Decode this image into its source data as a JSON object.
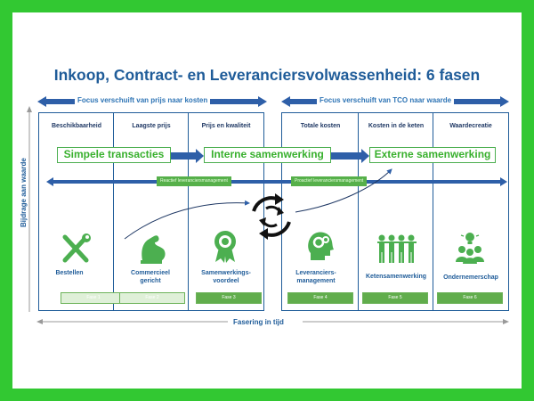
{
  "title": "Inkoop, Contract- en Leveranciersvolwassenheid: 6 fasen",
  "focus_left": "Focus verschuift van prijs naar kosten",
  "focus_right": "Focus verschuift van TCO naar waarde",
  "columns": [
    {
      "header": "Beschikbaarheid",
      "stage": "Bestellen",
      "fase": "Fase 1",
      "icon": "tools-icon"
    },
    {
      "header": "Laagste prijs",
      "stage": "Commercieel gericht",
      "fase": "Fase 2",
      "icon": "muscle-arm-icon"
    },
    {
      "header": "Prijs en kwaliteit",
      "stage": "Samenwerkings-voordeel",
      "fase": "Fase 3",
      "icon": "award-ribbon-icon"
    },
    {
      "header": "Totale kosten",
      "stage": "Leveranciers-management",
      "fase": "Fase 4",
      "icon": "head-gears-icon"
    },
    {
      "header": "Kosten in de keten",
      "stage": "Ketensamenwerking",
      "fase": "Fase 5",
      "icon": "people-group-icon"
    },
    {
      "header": "Waardecreatie",
      "stage": "Ondernemerschap",
      "fase": "Fase 6",
      "icon": "idea-team-icon"
    }
  ],
  "phases": [
    "Simpele transacties",
    "Interne samenwerking",
    "Externe samenwerking"
  ],
  "management": [
    "Reactief leveranciersmanagement",
    "Proactief leveranciersmanagement"
  ],
  "axis_y": "Bijdrage aan waarde",
  "axis_x": "Fasering in tijd",
  "colors": {
    "frame": "#32c832",
    "title": "#1f5c99",
    "phase_text": "#38b02d",
    "column_border": "#1f5c99",
    "arrow": "#2e5fa8"
  }
}
